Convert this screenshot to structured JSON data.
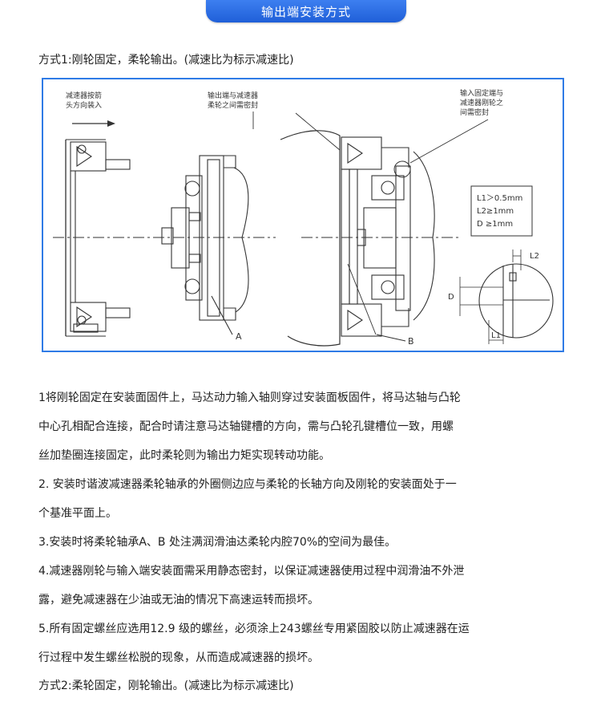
{
  "header": {
    "title": "输出端安装方式"
  },
  "method1": {
    "title": "方式1:刚轮固定，柔轮输出。(减速比为标示减速比)"
  },
  "figure": {
    "label_left": [
      "减速器按箭",
      "头方向装入"
    ],
    "label_mid": [
      "输出端与减速器",
      "柔轮之间需密封"
    ],
    "label_right": [
      "输入固定端与",
      "减速器刚轮之",
      "间需密封"
    ],
    "spec_box": [
      "L1＞0.5mm",
      "L2≥1mm",
      "D ≥1mm"
    ],
    "marker_a": "A",
    "marker_b": "B",
    "dim_l1": "L1",
    "dim_l2": "L2",
    "dim_d": "D"
  },
  "paragraphs": [
    [
      "1将刚轮固定在安装面固件上，马达动力输入轴则穿过安装面板固件，将马达轴与凸轮",
      "中心孔相配合连接，配合时请注意马达轴键槽的方向，需与凸轮孔键槽位一致，用螺",
      "丝加垫圈连接固定，此时柔轮则为输出力矩实现转动功能。"
    ],
    [
      "2. 安装时谐波减速器柔轮轴承的外圈侧边应与柔轮的长轴方向及刚轮的安装面处于一",
      "个基准平面上。"
    ],
    [
      "3.安装时将柔轮轴承A、B 处注满润滑油达柔轮内腔70%的空间为最佳。"
    ],
    [
      "4.减速器刚轮与输入端安装面需采用静态密封，以保证减速器使用过程中润滑油不外泄",
      "露，避免减速器在少油或无油的情况下高速运转而损坏。"
    ],
    [
      "5.所有固定螺丝应选用12.9 级的螺丝，必须涂上243螺丝专用紧固胶以防止减速器在运",
      "行过程中发生螺丝松脱的现象，从而造成减速器的损坏。"
    ]
  ],
  "method2": {
    "title": "方式2:柔轮固定，刚轮输出。(减速比为标示减速比)"
  },
  "colors": {
    "accent": "#2f7be6",
    "header": "#1f5fd8"
  }
}
